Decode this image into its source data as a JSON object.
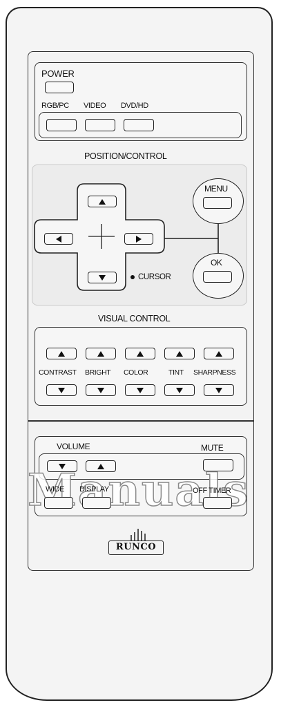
{
  "power": {
    "label": "POWER"
  },
  "source": {
    "rgb_label": "RGB/PC",
    "video_label": "VIDEO",
    "dvd_label": "DVD/HD"
  },
  "position_control": {
    "title": "POSITION/CONTROL",
    "menu_label": "MENU",
    "ok_label": "OK",
    "cursor_label": "CURSOR"
  },
  "visual_control": {
    "title": "VISUAL CONTROL",
    "labels": [
      "CONTRAST",
      "BRIGHT",
      "COLOR",
      "TINT",
      "SHARPNESS"
    ]
  },
  "audio": {
    "volume_label": "VOLUME",
    "mute_label": "MUTE"
  },
  "bottom": {
    "wide_label": "WIDE",
    "display_label": "DISPLAY",
    "off_timer_label": "OFF TIMER"
  },
  "brand": {
    "name": "RUNCO"
  },
  "watermark": {
    "text": "Manuals"
  }
}
